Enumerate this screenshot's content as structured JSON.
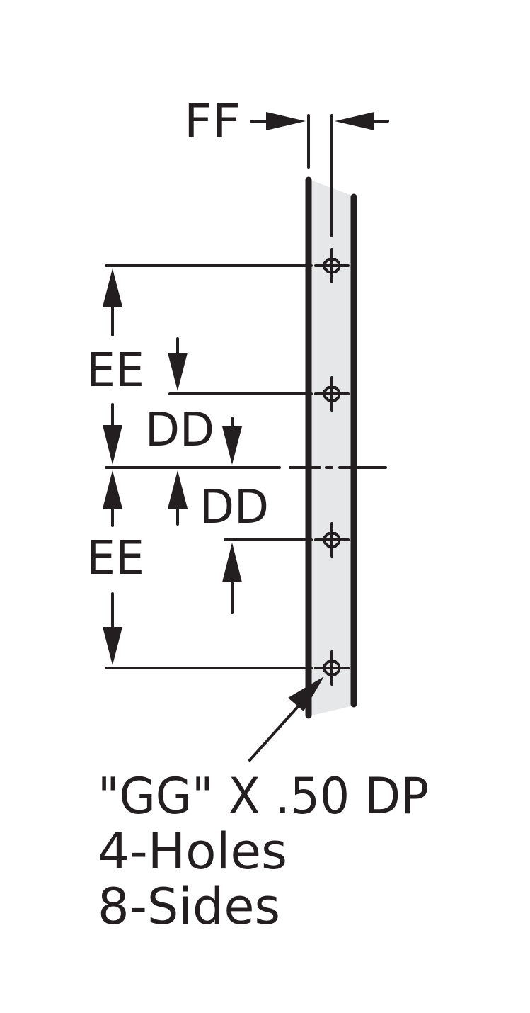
{
  "labels": {
    "ff": "FF",
    "ee_top": "EE",
    "dd_top": "DD",
    "dd_bottom": "DD",
    "ee_bottom": "EE"
  },
  "note": {
    "line1": "\"GG\" X .50 DP",
    "line2": "4-Holes",
    "line3": "8-Sides"
  },
  "colors": {
    "ink": "#231f20",
    "part_fill": "#e6e7e8",
    "background": "#ffffff"
  }
}
